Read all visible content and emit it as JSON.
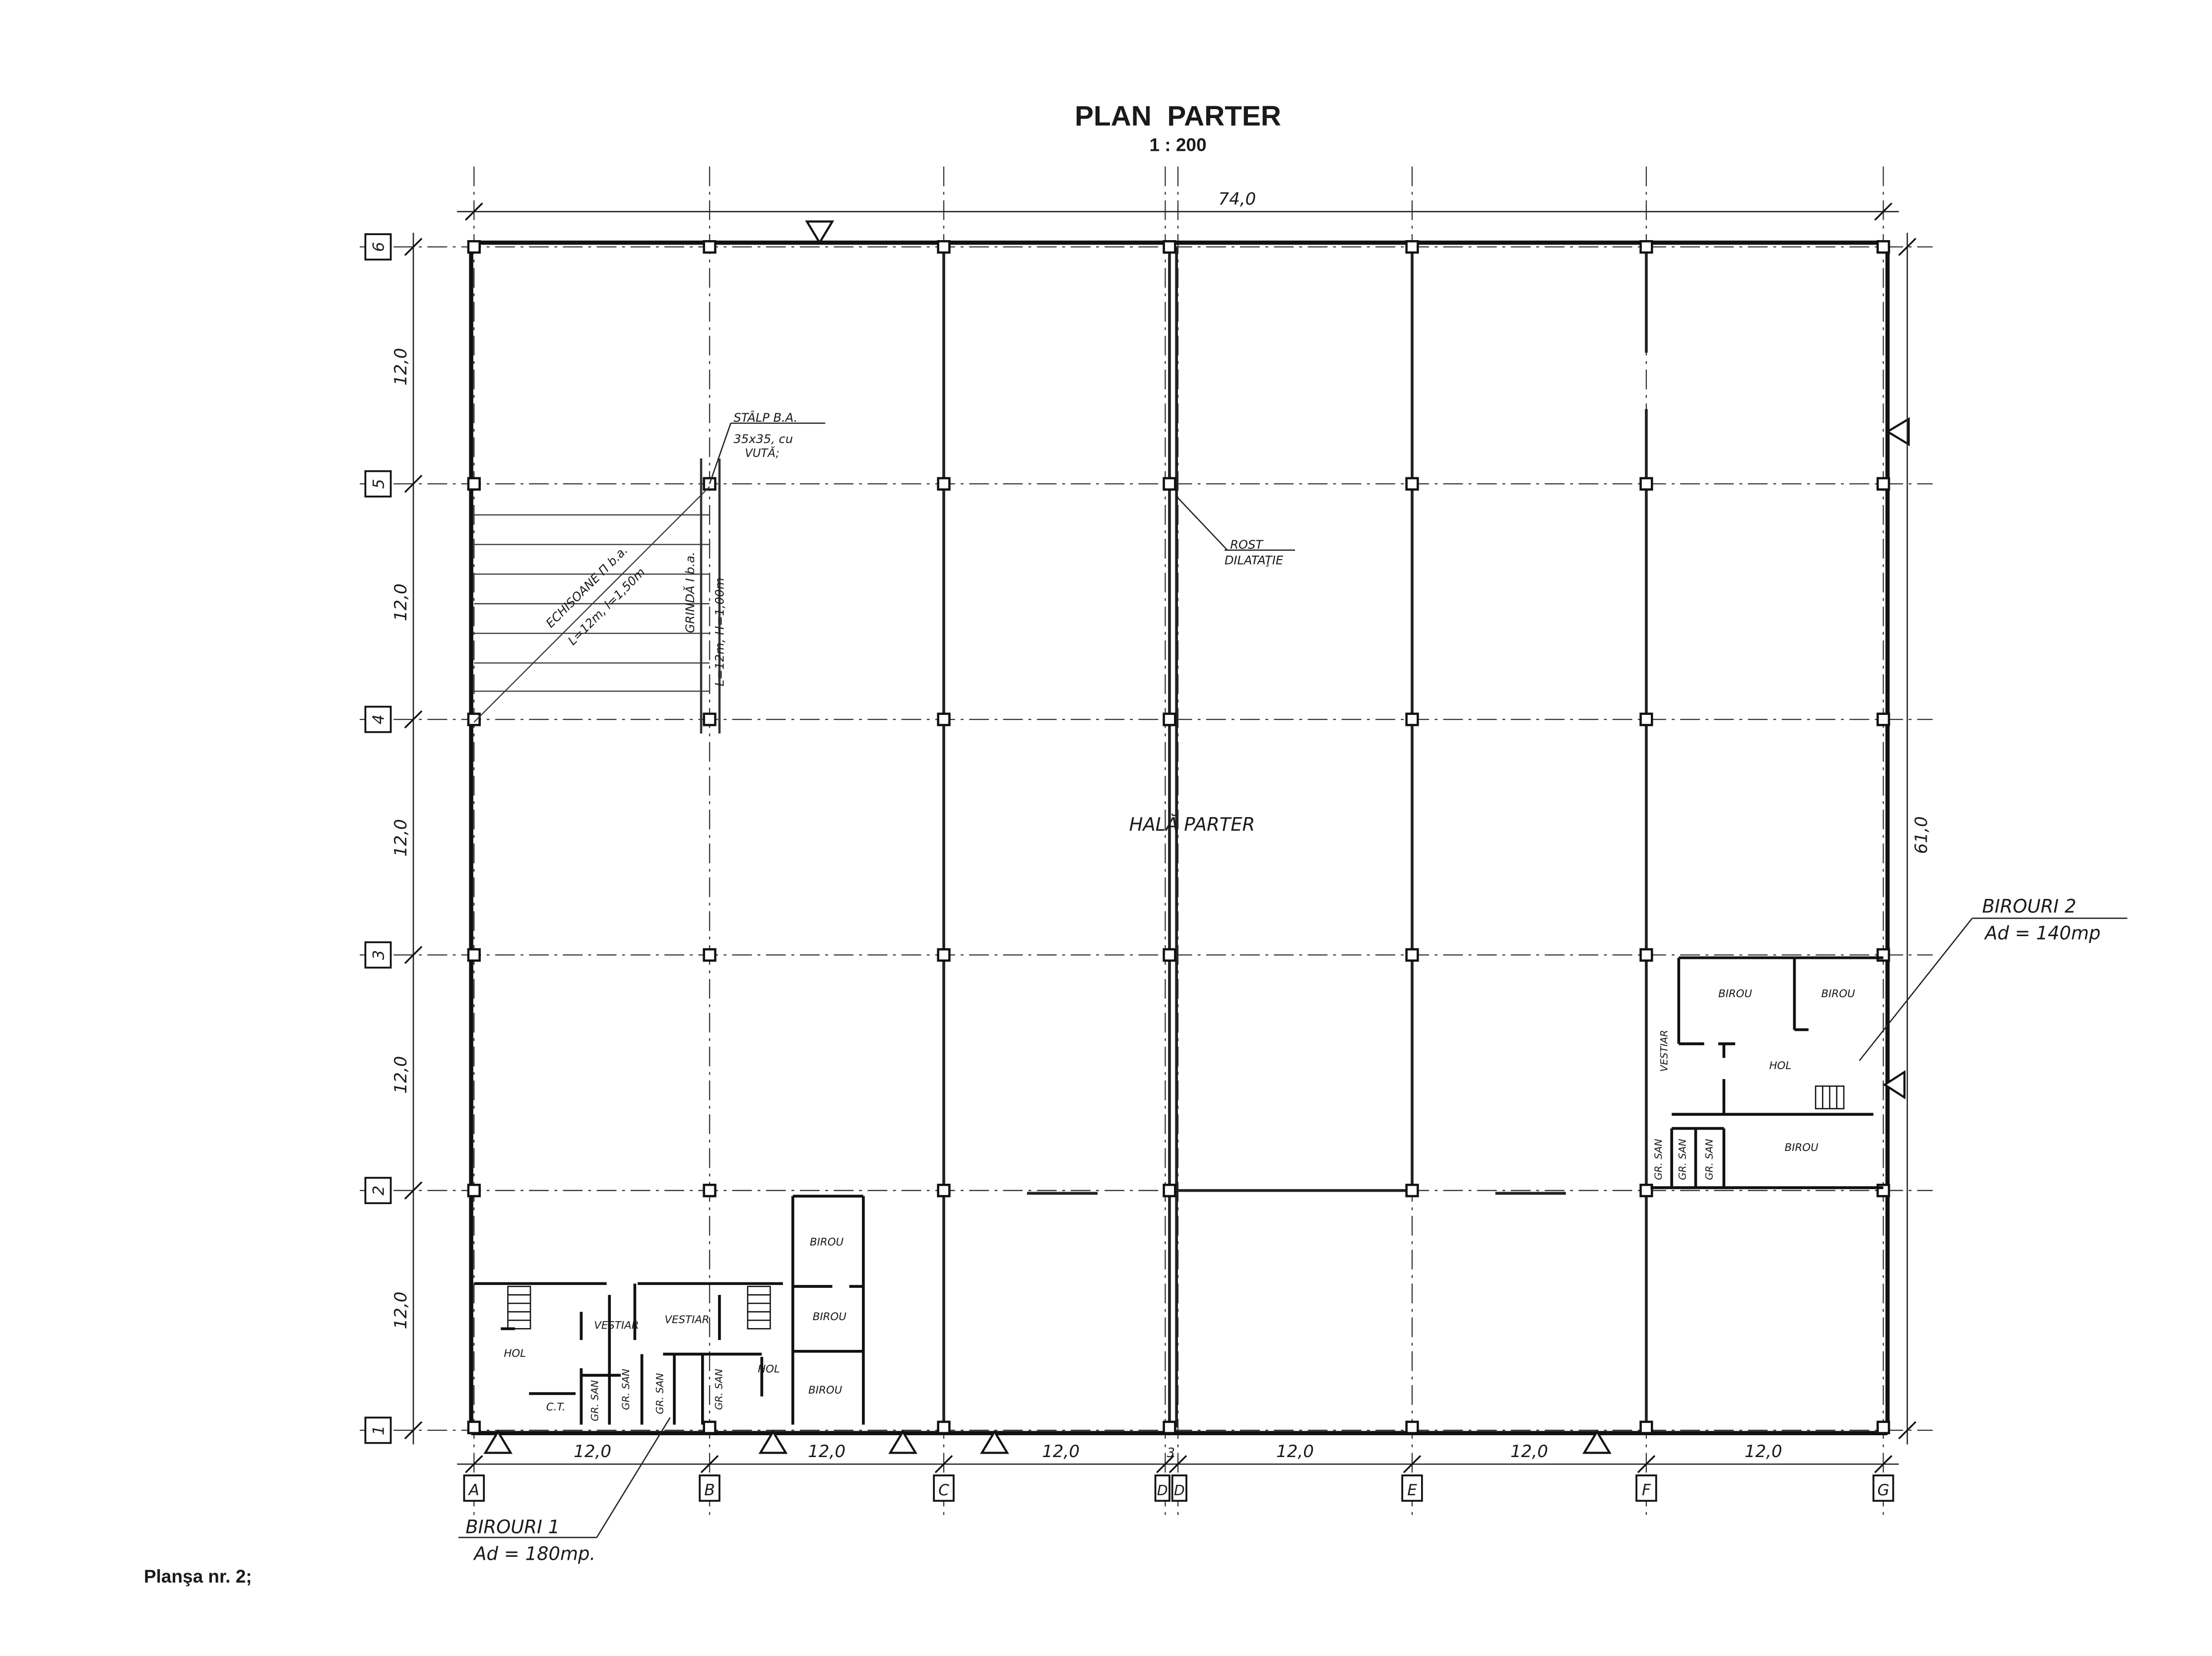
{
  "title": "PLAN  PARTER",
  "scale": "1 : 200",
  "sheet_label": "Planşa nr. 2;",
  "dimensions": {
    "overall_width": "74,0",
    "overall_height": "61,0",
    "bays_x": [
      "12,0",
      "12,0",
      "12,0",
      "12,0",
      "12,0",
      "12,0"
    ],
    "bays_y": [
      "12,0",
      "12,0",
      "12,0",
      "12,0",
      "12,0"
    ],
    "joint_small": "3"
  },
  "axes": {
    "columns": [
      "A",
      "B",
      "C",
      "D",
      "D",
      "E",
      "F",
      "G"
    ],
    "rows": [
      "1",
      "2",
      "3",
      "4",
      "5",
      "6"
    ]
  },
  "hall_label": "HALĂ PARTER",
  "notes": {
    "column": {
      "line1": "STÂLP B.A.",
      "line2": "35x35, cu",
      "line3": "VUTĂ;"
    },
    "joint": {
      "line1": "ROST",
      "line2": "DILATAŢIE"
    },
    "roof": {
      "line1": "ECHISOANE Π b.a.",
      "line2": "L=12m, l=1,50m"
    },
    "beam": {
      "line1": "GRINDĂ I b.a.",
      "line2": "L=12m, H=1,00m"
    }
  },
  "offices1": {
    "label": "BIROURI 1",
    "area": "Ad = 180mp.",
    "rooms": {
      "hol_a": "HOL",
      "ct": "C.T.",
      "vestiar_a": "VESTIAR",
      "vestiar_b": "VESTIAR",
      "grsan_a": "GR. SAN",
      "grsan_b": "GR. SAN",
      "grsan_c": "GR. SAN",
      "grsan_d": "GR. SAN",
      "hol_b": "HOL",
      "birou_a": "BIROU",
      "birou_b": "BIROU",
      "birou_c": "BIROU"
    }
  },
  "offices2": {
    "label": "BIROURI 2",
    "area": "Ad = 140mp",
    "rooms": {
      "birou_a": "BIROU",
      "birou_b": "BIROU",
      "birou_c": "BIROU",
      "hol": "HOL",
      "vestiar": "VESTIAR",
      "grsan_a": "GR. SAN",
      "grsan_b": "GR. SAN",
      "grsan_c": "GR. SAN"
    }
  }
}
